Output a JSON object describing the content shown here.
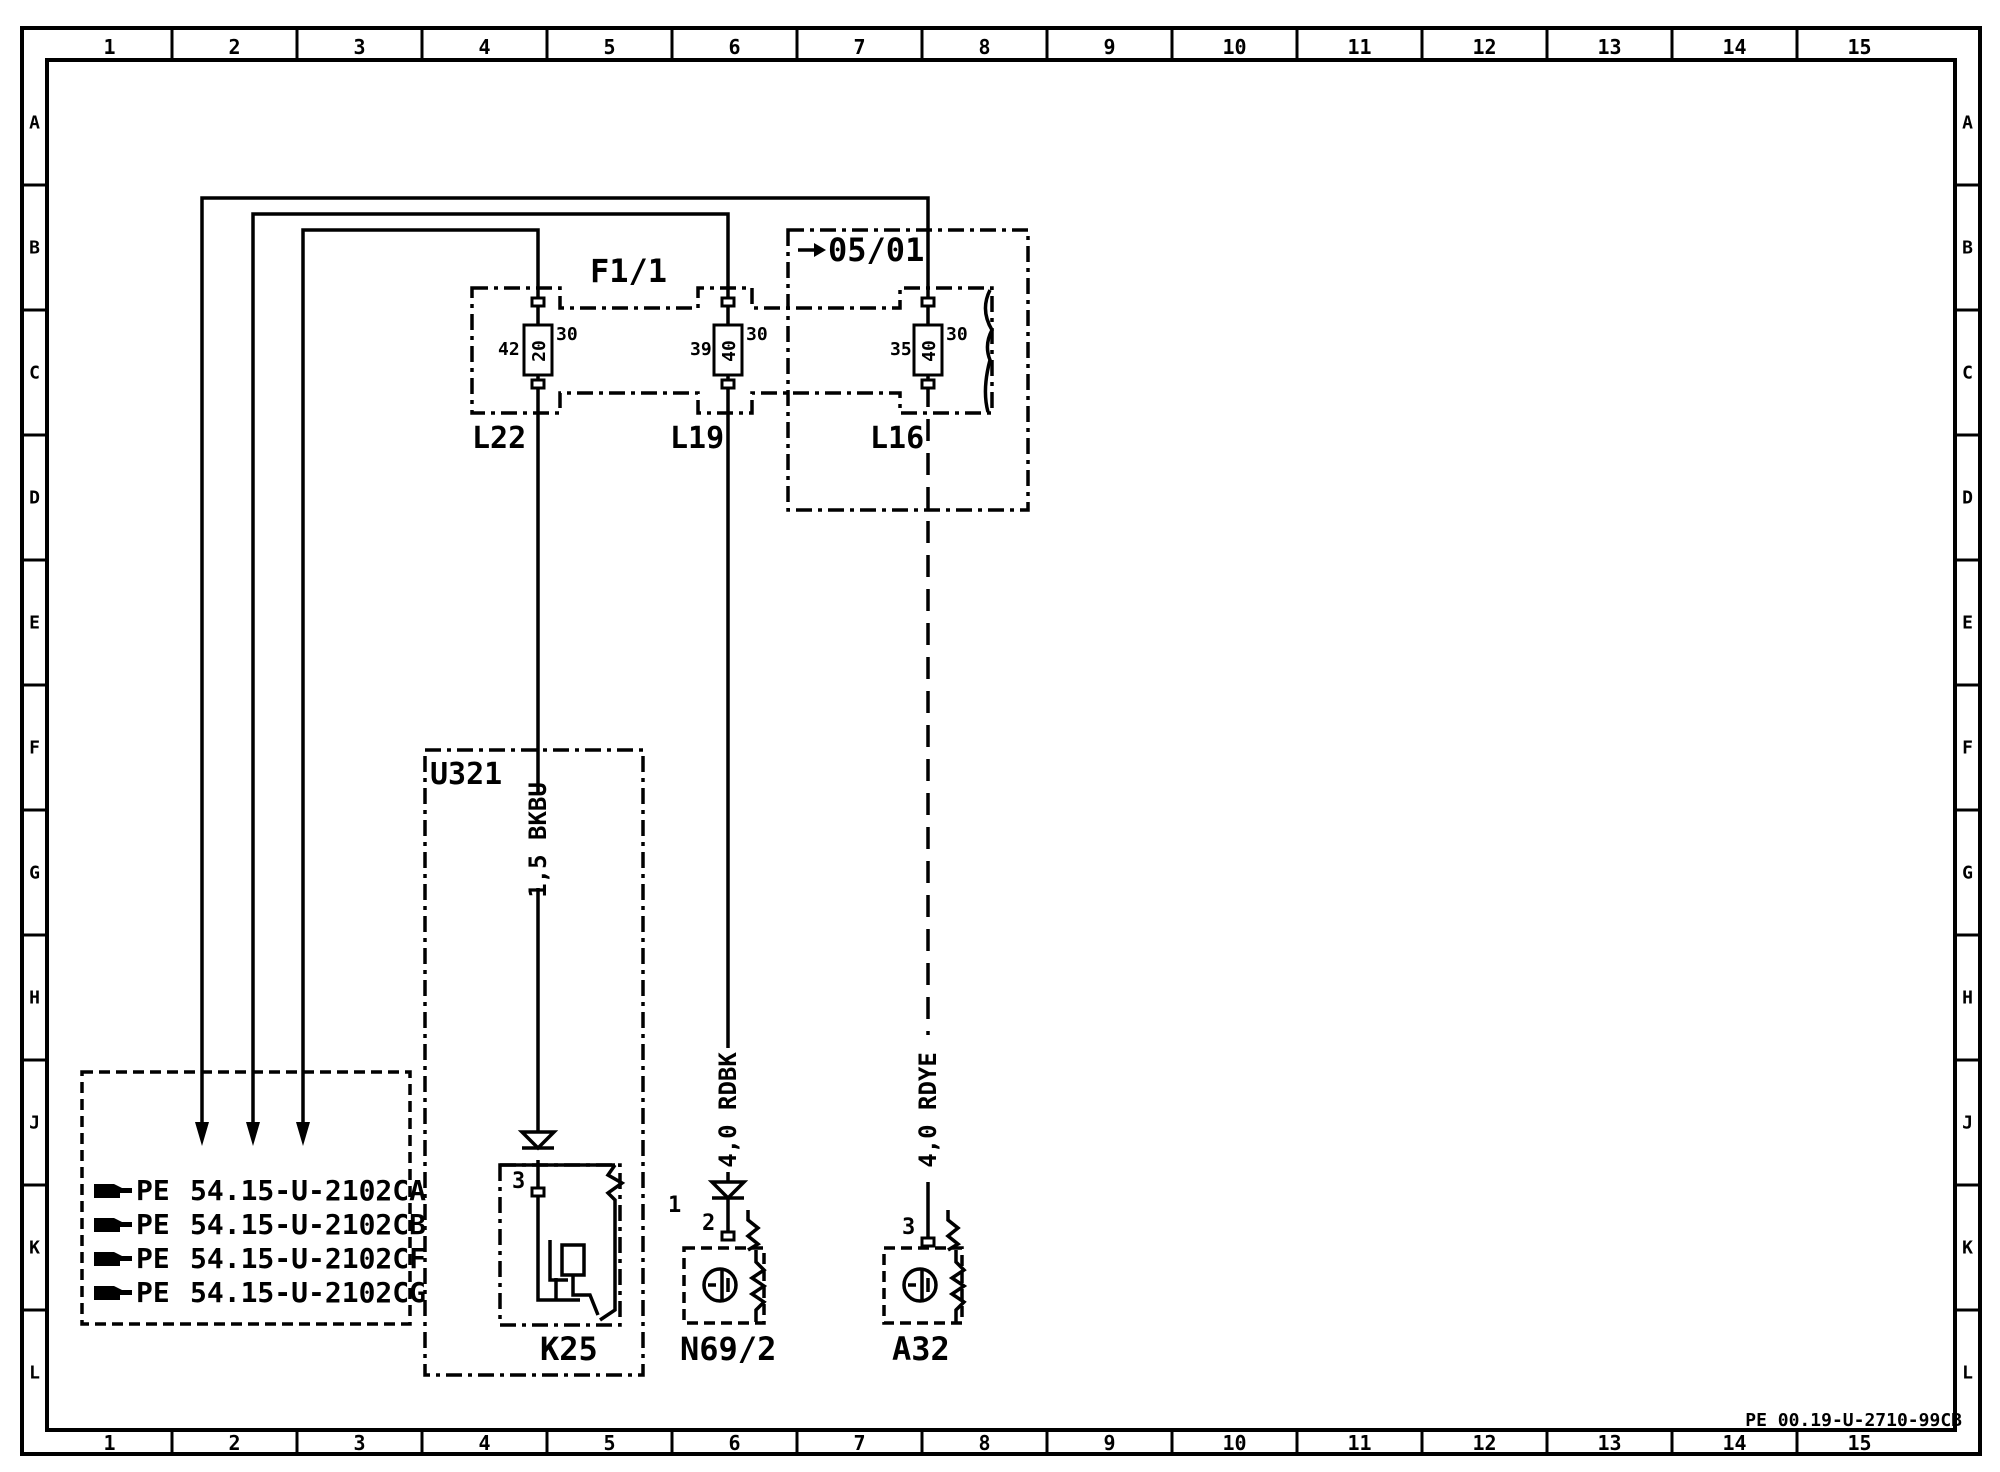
{
  "border": {
    "columns": [
      "1",
      "2",
      "3",
      "4",
      "5",
      "6",
      "7",
      "8",
      "9",
      "10",
      "11",
      "12",
      "13",
      "14",
      "15"
    ],
    "rows": [
      "A",
      "B",
      "C",
      "D",
      "E",
      "F",
      "G",
      "H",
      "J",
      "K",
      "L"
    ]
  },
  "module_f1": {
    "label": "F1/1"
  },
  "ref_box": {
    "label": "05/01"
  },
  "fuses": [
    {
      "id": "L22",
      "label": "L22",
      "rating": "20",
      "pin_in": "30",
      "pin_out": "42"
    },
    {
      "id": "L19",
      "label": "L19",
      "rating": "40",
      "pin_in": "30",
      "pin_out": "39"
    },
    {
      "id": "L16",
      "label": "L16",
      "rating": "40",
      "pin_in": "30",
      "pin_out": "35"
    }
  ],
  "wires": [
    {
      "id": "w-k25",
      "label": "1,5 BKBU"
    },
    {
      "id": "w-n69",
      "label": "4,0 RDBK"
    },
    {
      "id": "w-a32",
      "label": "4,0 RDYE"
    }
  ],
  "u321": {
    "label": "U321"
  },
  "components": {
    "k25": {
      "label": "K25",
      "pin": "3"
    },
    "n69": {
      "label": "N69/2",
      "pin": "2",
      "pin_outer": "1"
    },
    "a32": {
      "label": "A32",
      "pin": "3"
    }
  },
  "references": [
    {
      "prefix": "PE",
      "code": "54.15-U-2102CA"
    },
    {
      "prefix": "PE",
      "code": "54.15-U-2102CB"
    },
    {
      "prefix": "PE",
      "code": "54.15-U-2102CF"
    },
    {
      "prefix": "PE",
      "code": "54.15-U-2102CG"
    }
  ],
  "doc_id": "PE 00.19-U-2710-99CB"
}
